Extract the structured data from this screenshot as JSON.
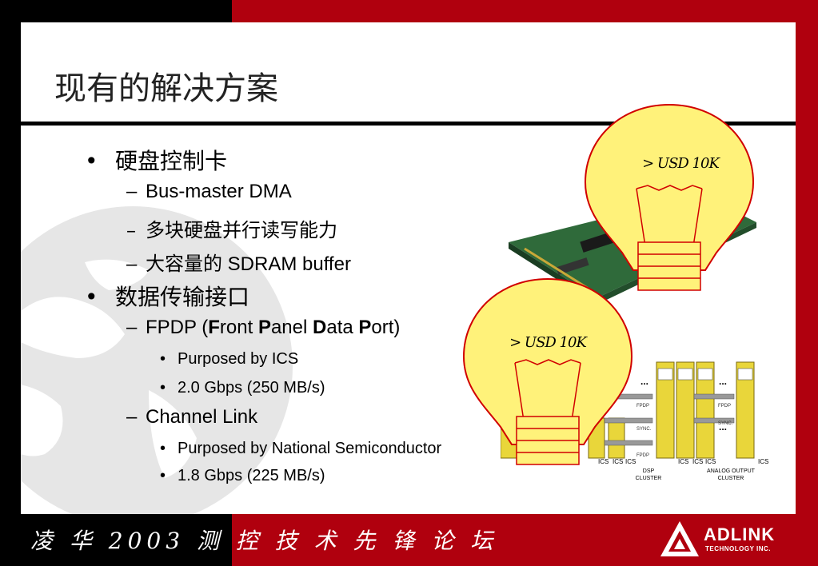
{
  "slide": {
    "title": "现有的解决方案",
    "bullets": {
      "b1": {
        "marker": "•",
        "text": "硬盘控制卡"
      },
      "b1_1": {
        "marker": "–",
        "text": "Bus-master DMA"
      },
      "b1_2": {
        "marker": "–",
        "text": "多块硬盘并行读写能力"
      },
      "b1_3": {
        "marker": "–",
        "text": "大容量的 SDRAM buffer"
      },
      "b2": {
        "marker": "•",
        "text": "数据传输接口"
      },
      "b2_1": {
        "marker": "–",
        "prefix": "FPDP (",
        "parts": [
          "F",
          "ront ",
          "P",
          "anel ",
          "D",
          "ata ",
          "P",
          "ort)"
        ]
      },
      "b2_1_1": {
        "marker": "•",
        "text": "Purposed by ICS"
      },
      "b2_1_2": {
        "marker": "•",
        "text": "2.0 Gbps (250 MB/s)"
      },
      "b2_2": {
        "marker": "–",
        "text": "Channel Link"
      },
      "b2_2_1": {
        "marker": "•",
        "text": "Purposed by National Semiconductor"
      },
      "b2_2_2": {
        "marker": "•",
        "text": "1.8 Gbps (225 MB/s)"
      }
    },
    "callouts": {
      "top": "> USD 10K",
      "bottom": "> USD 10K"
    },
    "diagram": {
      "board_label": "ICS",
      "fpdp": "FPDP",
      "sync": "SYNC.",
      "ellipsis": "...",
      "dsp_cluster_1": "DSP",
      "dsp_cluster_2": "CLUSTER",
      "analog_cluster_1": "ANALOG OUTPUT",
      "analog_cluster_2": "CLUSTER"
    }
  },
  "footer": {
    "text": "凌 华 2003 测 控 技 术 先 锋 论 坛",
    "logo_name": "ADLINK",
    "logo_tagline": "TECHNOLOGY INC."
  },
  "colors": {
    "frame_red": "#b0000e",
    "frame_black": "#000000",
    "bulb_fill": "#fff27a",
    "bulb_stroke": "#d10000"
  }
}
